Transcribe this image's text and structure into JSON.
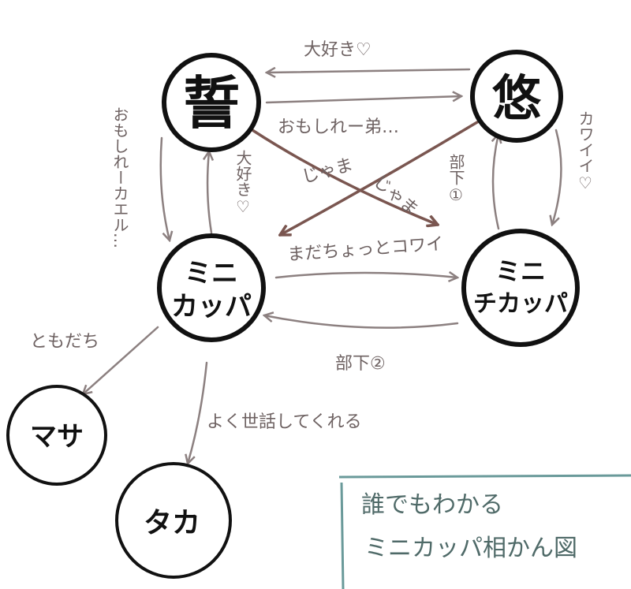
{
  "nodes": {
    "chikai": "誓",
    "yu": "悠",
    "minikappa_1": "ミニ",
    "minikappa_2": "カッパ",
    "minichikappa_1": "ミニ",
    "minichikappa_2": "チカッパ",
    "masa": "マサ",
    "taka": "タカ"
  },
  "edges": {
    "yu_to_chikai": "大好き♡",
    "chikai_to_yu": "おもしれー弟…",
    "chikai_to_minichikappa": "じゃま",
    "yu_to_minikappa": "じゃま",
    "minichikappa_to_yu": "部下①",
    "yu_to_minichikappa": "カワイイ♡",
    "minikappa_to_chikai": "大好き♡",
    "chikai_to_minikappa": "おもしれーカエル…",
    "minikappa_to_minichikappa": "まだちょっとコワイ",
    "minichikappa_to_minikappa": "部下②",
    "minikappa_to_masa": "ともだち",
    "minikappa_to_taka": "よく世話してくれる"
  },
  "caption": {
    "line1": "誰でもわかる",
    "line2": "ミニカッパ相かん図"
  },
  "colors": {
    "arrow": "#8c8080",
    "arrow_dark": "#7a5650",
    "caption_box": "#6a9a9a"
  }
}
